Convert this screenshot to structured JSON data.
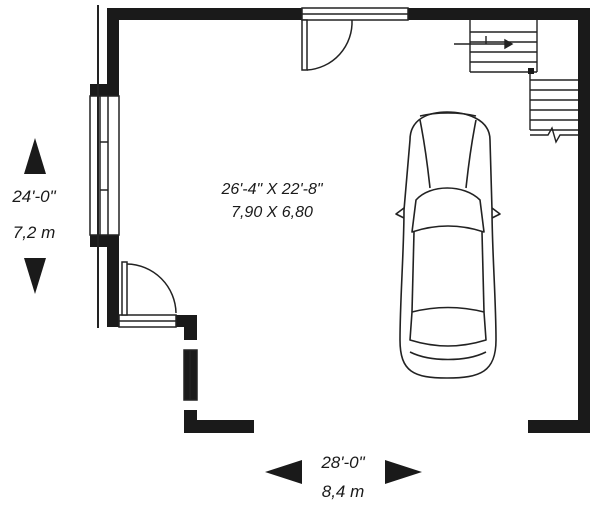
{
  "room": {
    "size_imperial": "26'-4\" X 22'-8\"",
    "size_metric": "7,90 X 6,80"
  },
  "depth": {
    "imperial": "24'-0\"",
    "metric": "7,2 m"
  },
  "width": {
    "imperial": "28'-0\"",
    "metric": "8,4 m"
  },
  "colors": {
    "wall": "#1a1a1a",
    "line": "#222222",
    "background": "#ffffff"
  },
  "icons": [
    "arrow-up-icon",
    "arrow-down-icon",
    "arrow-left-icon",
    "arrow-right-icon",
    "car-icon",
    "stairs-icon",
    "door-swing-icon"
  ]
}
